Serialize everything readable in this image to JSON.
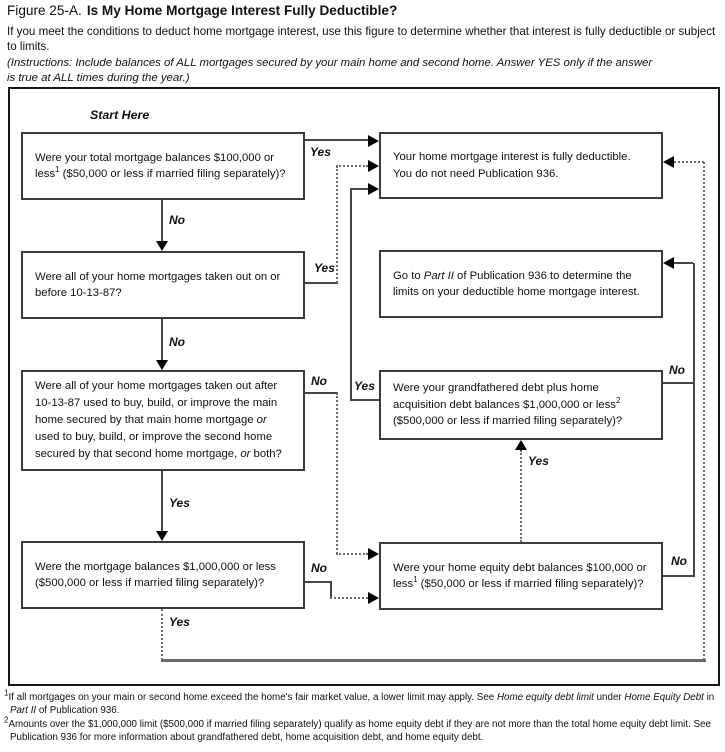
{
  "header": {
    "figure_label": "Figure 25-A.",
    "title": "Is My Home Mortgage Interest Fully Deductible?",
    "intro": "If you meet the conditions to deduct home mortgage interest, use this figure to determine whether that interest is fully deductible or subject to limits.",
    "instructions": "(Instructions: Include balances of ALL mortgages secured by your main home and second home. Answer YES only if the answer is true at ALL times during the year.)"
  },
  "flow": {
    "start_label": "Start Here",
    "labels": {
      "yes": "Yes",
      "no": "No"
    },
    "boxes": {
      "q_total_balance": {
        "p1": "Were your total mortgage balances $100,000 or less",
        "sup": "1",
        "p2": " ($50,000 or less if married filing separately)?"
      },
      "q_before_1987": {
        "text": "Were all of your home mortgages taken out on or before 10-13-87?"
      },
      "q_buy_build": {
        "p1": "Were all of your home mortgages taken out after 10-13-87 used to buy, build, or improve the main home secured by that main home mortgage ",
        "it1": "or",
        "p2": " used to buy, build, or improve the second home secured by that second home mortgage, ",
        "it2": "or",
        "p3": " both?"
      },
      "q_million": {
        "text": "Were the mortgage balances $1,000,000 or less ($500,000 or less if married filing separately)?"
      },
      "r_deductible": {
        "text": "Your home mortgage interest is fully deductible. You do not need Publication 936."
      },
      "r_part2": {
        "p1": "Go to ",
        "it": "Part II",
        "p2": " of Publication 936 to determine the limits on your deductible home mortgage interest."
      },
      "q_grandfathered": {
        "p1": "Were your grandfathered debt plus home acquisition debt balances $1,000,000 or less",
        "sup": "2",
        "p2": " ($500,000 or less if married filing separately)?"
      },
      "q_home_equity": {
        "p1": "Were your home equity debt balances $100,000 or less",
        "sup": "1",
        "p2": " ($50,000 or less if married filing separately)?"
      }
    }
  },
  "footnotes": {
    "f1": {
      "sup": "1",
      "p1": "If all mortgages on your main or second home exceed the home's fair market value, a lower limit may apply. See ",
      "it1": "Home equity debt limit",
      "p2": " under ",
      "it2": "Home Equity Debt",
      "p3": " in ",
      "it3": "Part II",
      "p4": " of Publication 936."
    },
    "f2": {
      "sup": "2",
      "p1": "Amounts over the $1,000,000 limit ($500,000 if married filing separately) qualify as home equity debt if they are not more than the total home equity debt limit. See Publication 936 for more information about grandfathered debt, home acquisition debt, and home equity debt."
    }
  },
  "colors": {
    "line": "#454545",
    "arrow": "#000000",
    "border": "#3b3b3b",
    "text": "#111111"
  }
}
